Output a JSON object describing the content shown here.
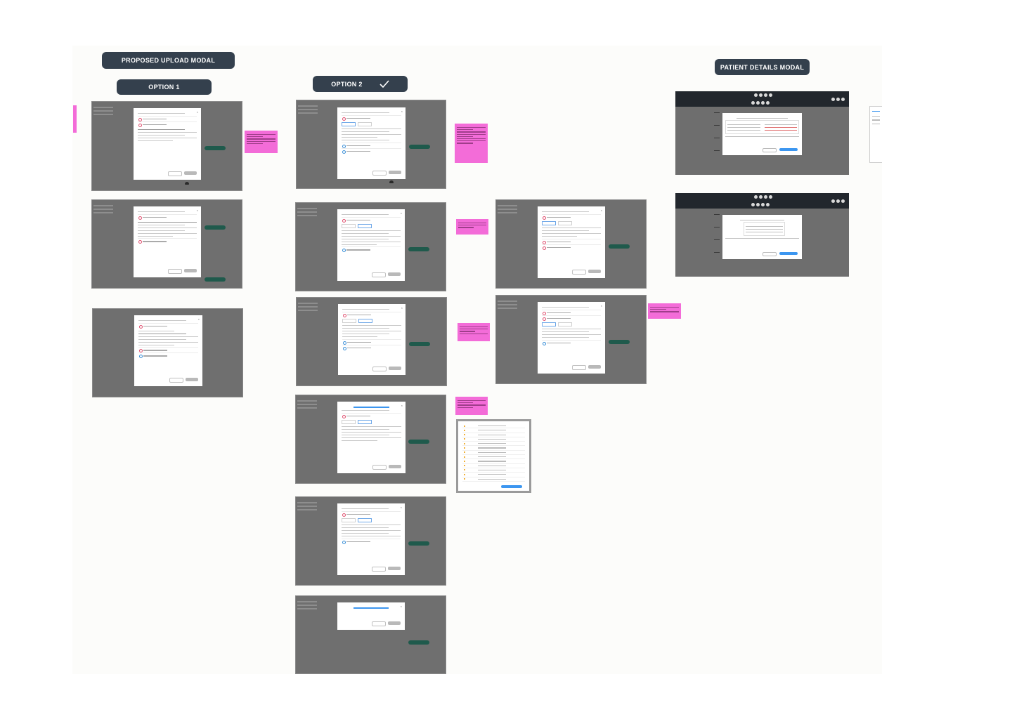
{
  "labels": {
    "proposed_upload_modal": "PROPOSED UPLOAD MODAL",
    "option_1": "OPTION 1",
    "option_2": "OPTION 2",
    "patient_details_modal": "PATIENT DETAILS MODAL"
  },
  "icons": {
    "option_2_check": "check-icon",
    "modal_close": "close-icon",
    "upload": "cloud-upload-icon"
  },
  "colors": {
    "pill_bg": "#34404d",
    "sticky_note": "#f36cd8",
    "primary_button": "#3c96f0",
    "app_green": "#1f5a4c"
  }
}
